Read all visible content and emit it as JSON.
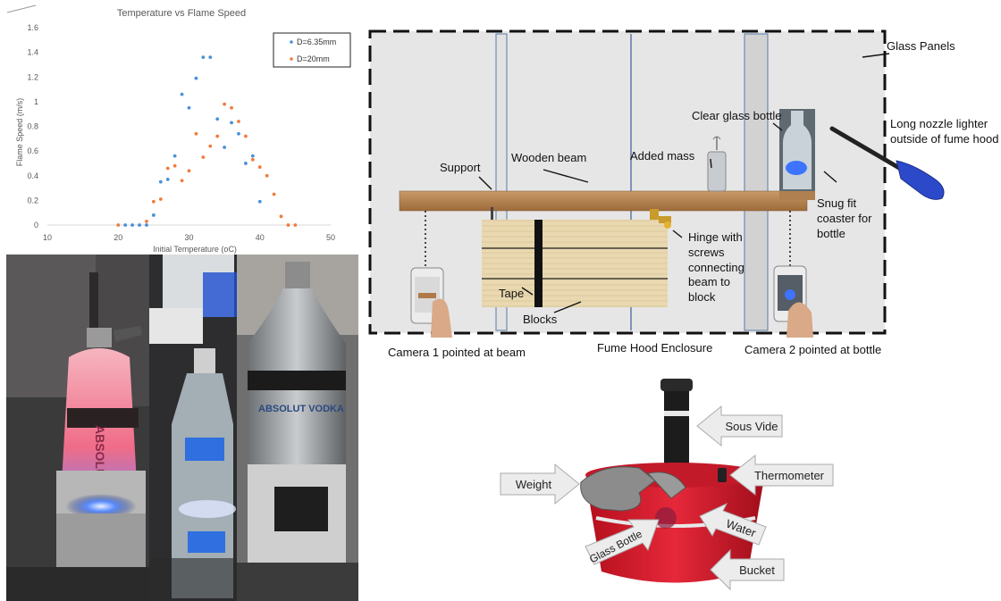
{
  "chart_data": {
    "type": "scatter",
    "title": "Temperature vs Flame Speed",
    "xlabel": "Initial Temperature (oC)",
    "ylabel": "Flame Speed (m/s)",
    "xlim": [
      10,
      50
    ],
    "ylim": [
      0,
      1.6
    ],
    "xticks": [
      "10",
      "20",
      "30",
      "40",
      "50"
    ],
    "yticks": [
      "0",
      "0.2",
      "0.4",
      "0.6",
      "0.8",
      "1",
      "1.2",
      "1.4",
      "1.6"
    ],
    "legend_position": "top-right",
    "series": [
      {
        "name": "D=6.35mm",
        "color": "#4a90d9",
        "points": [
          [
            21,
            0
          ],
          [
            22,
            0
          ],
          [
            23,
            0
          ],
          [
            24,
            0
          ],
          [
            25,
            0.08
          ],
          [
            26,
            0.35
          ],
          [
            27,
            0.37
          ],
          [
            28,
            0.56
          ],
          [
            29,
            1.06
          ],
          [
            30,
            0.95
          ],
          [
            31,
            1.19
          ],
          [
            32,
            1.36
          ],
          [
            33,
            1.36
          ],
          [
            34,
            0.86
          ],
          [
            35,
            0.63
          ],
          [
            36,
            0.83
          ],
          [
            37,
            0.74
          ],
          [
            38,
            0.5
          ],
          [
            39,
            0.56
          ],
          [
            40,
            0.19
          ]
        ]
      },
      {
        "name": "D=20mm",
        "color": "#f07b3f",
        "points": [
          [
            20,
            0
          ],
          [
            24,
            0.03
          ],
          [
            25,
            0.19
          ],
          [
            26,
            0.21
          ],
          [
            27,
            0.46
          ],
          [
            28,
            0.48
          ],
          [
            29,
            0.36
          ],
          [
            30,
            0.44
          ],
          [
            31,
            0.74
          ],
          [
            32,
            0.55
          ],
          [
            33,
            0.64
          ],
          [
            34,
            0.72
          ],
          [
            35,
            0.98
          ],
          [
            36,
            0.95
          ],
          [
            37,
            0.84
          ],
          [
            38,
            0.72
          ],
          [
            39,
            0.53
          ],
          [
            40,
            0.47
          ],
          [
            41,
            0.4
          ],
          [
            42,
            0.25
          ],
          [
            43,
            0.07
          ],
          [
            44,
            0
          ],
          [
            45,
            0
          ]
        ]
      }
    ]
  },
  "setup_diagram": {
    "glass_panels": "Glass Panels",
    "long_nozzle_lighter": "Long nozzle lighter",
    "outside_fume_hood": "outside of fume hood",
    "clear_glass_bottle": "Clear glass bottle",
    "added_mass": "Added mass",
    "wooden_beam": "Wooden beam",
    "support": "Support",
    "snug_fit_1": "Snug fit",
    "snug_fit_2": "coaster for",
    "snug_fit_3": "bottle",
    "hinge_1": "Hinge with",
    "hinge_2": "screws",
    "hinge_3": "connecting",
    "hinge_4": "beam to",
    "hinge_5": "block",
    "tape": "Tape",
    "blocks": "Blocks",
    "camera1": "Camera 1 pointed at beam",
    "fume_hood": "Fume Hood Enclosure",
    "camera2": "Camera 2 pointed at bottle"
  },
  "sous_vide_setup": {
    "sous_vide": "Sous Vide",
    "thermometer": "Thermometer",
    "weight": "Weight",
    "water": "Water",
    "glass_bottle": "Glass Bottle",
    "bucket": "Bucket"
  },
  "photos": {
    "photo1_label": "ABSOLUT",
    "photo3_label": "ABSOLUT VODKA"
  }
}
